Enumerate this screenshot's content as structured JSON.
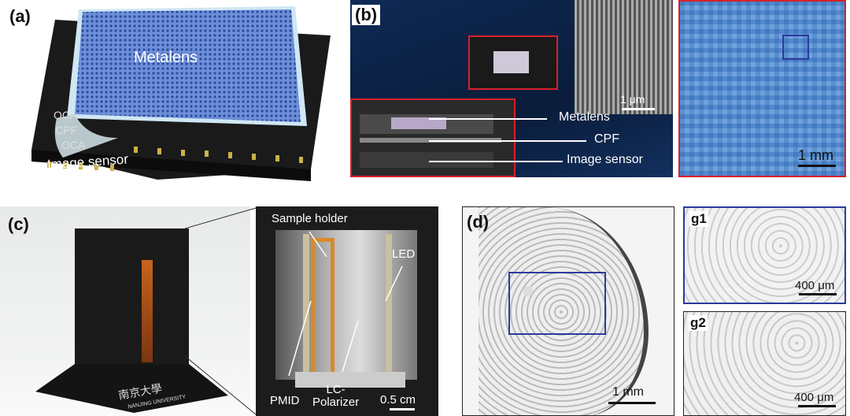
{
  "panels": {
    "a": {
      "label": "(a)",
      "metalens": "Metalens",
      "oca_top": "OCA",
      "cpf": "CPF",
      "oca_bottom": "OCA",
      "sensor": "Image sensor"
    },
    "b": {
      "label": "(b)",
      "scale_sem": "1 μm",
      "metalens": "Metalens",
      "cpf": "CPF",
      "sensor": "Image sensor",
      "scale_right": "1 mm"
    },
    "c": {
      "label": "(c)",
      "sample_holder": "Sample holder",
      "led": "LED",
      "pmid": "PMID",
      "lc_polarizer": "LC-\nPolarizer",
      "scale": "0.5 cm",
      "base_text": "NANJING UNIVERSITY",
      "base_logo_text": "南京大學"
    },
    "d": {
      "label": "(d)",
      "scale": "1 mm"
    },
    "g1": {
      "label": "g1",
      "scale": "400 μm"
    },
    "g2": {
      "label": "g2",
      "scale": "400 μm"
    }
  },
  "colors": {
    "highlight_red": "#d8202a",
    "roi_blue": "#2b3aa0",
    "metalens_blue": "#5a7fd0"
  }
}
